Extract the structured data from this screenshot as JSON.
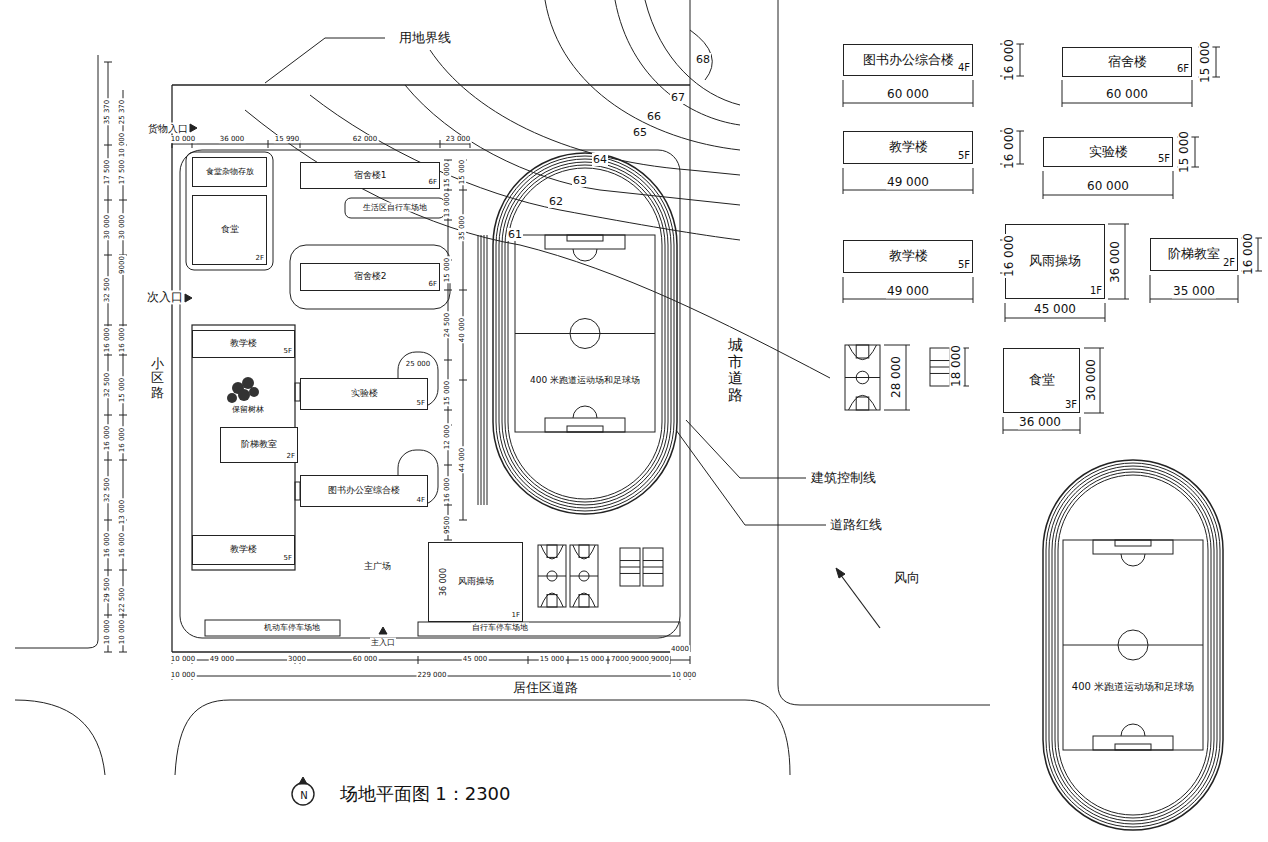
{
  "diagram": {
    "caption": "场地平面图 1：2300",
    "nodes": [
      {
        "text": [
          "食堂杂物存放"
        ]
      },
      {
        "text": [
          "食堂",
          "2F"
        ]
      },
      {
        "text": [
          "宿舍楼1",
          "6F"
        ]
      },
      {
        "text": [
          "宿舍楼2",
          "6F"
        ]
      },
      {
        "text": [
          "教学楼",
          "5F"
        ]
      },
      {
        "text": [
          "实验楼",
          "5F"
        ]
      },
      {
        "text": [
          "阶梯教室",
          "2F"
        ]
      },
      {
        "text": [
          "图书办公室综合楼",
          "4F"
        ]
      },
      {
        "text": [
          "教学楼",
          "5F"
        ]
      },
      {
        "text": [
          "风雨操场",
          "1F"
        ]
      },
      {
        "text": [
          "400 米跑道运动场和足球场"
        ]
      },
      {
        "text": [
          "图书办公综合楼",
          "4F"
        ]
      },
      {
        "text": [
          "宿舍楼",
          "6F"
        ]
      },
      {
        "text": [
          "教学楼",
          "5F"
        ]
      },
      {
        "text": [
          "实验楼",
          "5F"
        ]
      },
      {
        "text": [
          "教学楼",
          "5F"
        ]
      },
      {
        "text": [
          "风雨操场",
          "1F"
        ]
      },
      {
        "text": [
          "阶梯教室",
          "2F"
        ]
      },
      {
        "text": [
          "食堂",
          "3F"
        ]
      },
      {
        "text": [
          "400 米跑道运动场和足球场"
        ]
      }
    ],
    "labels": [
      "用地界线",
      "货物入口",
      "次入口",
      "小区路",
      "生活区自行车场地",
      "保留树林",
      "主广场",
      "机动车停车场地",
      "自行车停车场地",
      "主入口",
      "城市道路",
      "建筑控制线",
      "道路红线",
      "风向",
      "居住区道路",
      "68",
      "67",
      "66",
      "65",
      "64",
      "63",
      "62",
      "61",
      "36 000",
      "10 000",
      "36 000",
      "15 990",
      "62 000",
      "23 000",
      "10 000",
      "49 000",
      "3000",
      "60 000",
      "45 000",
      "15 000",
      "15 000",
      "7000",
      "9000",
      "9000",
      "4000",
      "10 000",
      "229 000",
      "10 000",
      "35 370",
      "17 500",
      "30 000",
      "32 500",
      "16 000",
      "32 500",
      "16 000",
      "32 500",
      "16 000",
      "29 500",
      "10 000",
      "25 370",
      "10 000",
      "17 500",
      "30 000",
      "9000",
      "16 000",
      "15 000",
      "16 000",
      "13 000",
      "16 000",
      "22 500",
      "10 000",
      "15 000",
      "13 000",
      "15 000",
      "24 500",
      "15 000",
      "12 000",
      "16 000",
      "9500",
      "15 000",
      "35 000",
      "40 000",
      "44 000",
      "25 000",
      "60 000",
      "16 000",
      "60 000",
      "15 000",
      "49 000",
      "16 000",
      "60 000",
      "15 000",
      "49 000",
      "16 000",
      "36 000",
      "45 000",
      "35 000",
      "16 000",
      "28 000",
      "18 000",
      "36 000",
      "30 000",
      "N"
    ]
  }
}
